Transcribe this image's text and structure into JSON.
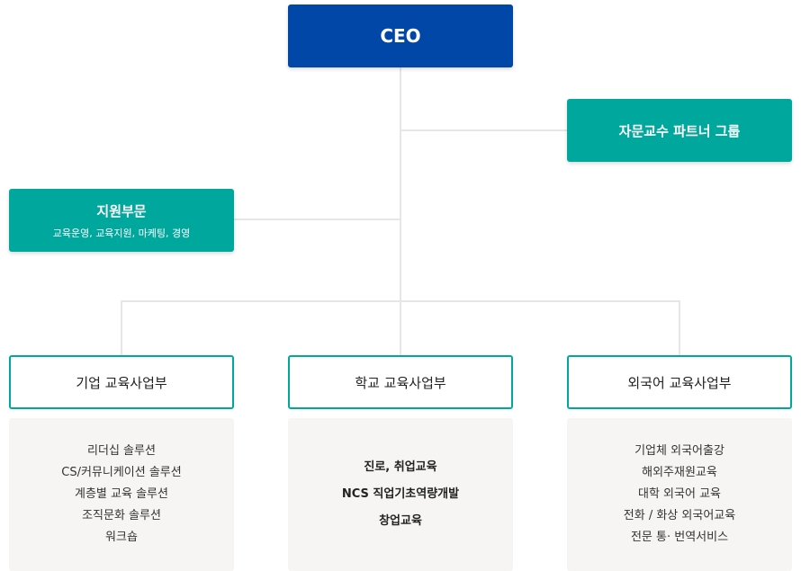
{
  "ceo": {
    "label": "CEO"
  },
  "advisors": {
    "label": "자문교수 파트너 그룹"
  },
  "support": {
    "title": "지원부문",
    "subtitle": "교육운영, 교육지원, 마케팅, 경영"
  },
  "divisions": [
    {
      "label": "기업 교육사업부",
      "items": [
        "리더십 솔루션",
        "CS/커뮤니케이션 솔루션",
        "계층별 교육 솔루션",
        "조직문화 솔루션",
        "워크숍"
      ]
    },
    {
      "label": "학교 교육사업부",
      "items": [
        "진로, 취업교육",
        "NCS 직업기초역량개발",
        "창업교육"
      ]
    },
    {
      "label": "외국어 교육사업부",
      "items": [
        "기업체 외국어출강",
        "해외주재원교육",
        "대학 외국어 교육",
        "전화 / 화상 외국어교육",
        "전문 통· 번역서비스"
      ]
    }
  ],
  "colors": {
    "ceo": "#0047a8",
    "accent": "#00a79d",
    "card_bg": "#f6f5f3",
    "connector": "#e6e6e6"
  }
}
